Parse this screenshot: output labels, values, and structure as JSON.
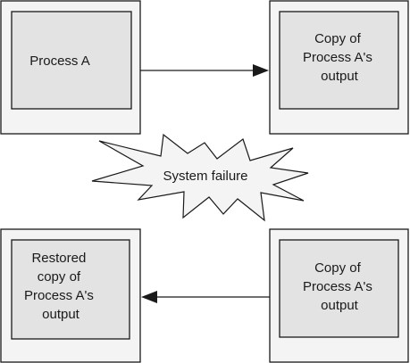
{
  "diagram": {
    "colors": {
      "outer_fill": "#f4f4f4",
      "inner_fill": "#e3e3e3",
      "stroke": "#1a1a1a",
      "background": "#ffffff"
    },
    "nodes": {
      "process_a": {
        "label_lines": [
          "Process A"
        ]
      },
      "copy_top": {
        "label_lines": [
          "Copy of",
          "Process A's",
          "output"
        ]
      },
      "failure": {
        "label": "System failure"
      },
      "restored": {
        "label_lines": [
          "Restored",
          "copy of",
          "Process A's",
          "output"
        ]
      },
      "copy_bottom": {
        "label_lines": [
          "Copy of",
          "Process A's",
          "output"
        ]
      }
    },
    "edges": [
      {
        "from": "process_a",
        "to": "copy_top"
      },
      {
        "from": "copy_bottom",
        "to": "restored"
      }
    ]
  }
}
